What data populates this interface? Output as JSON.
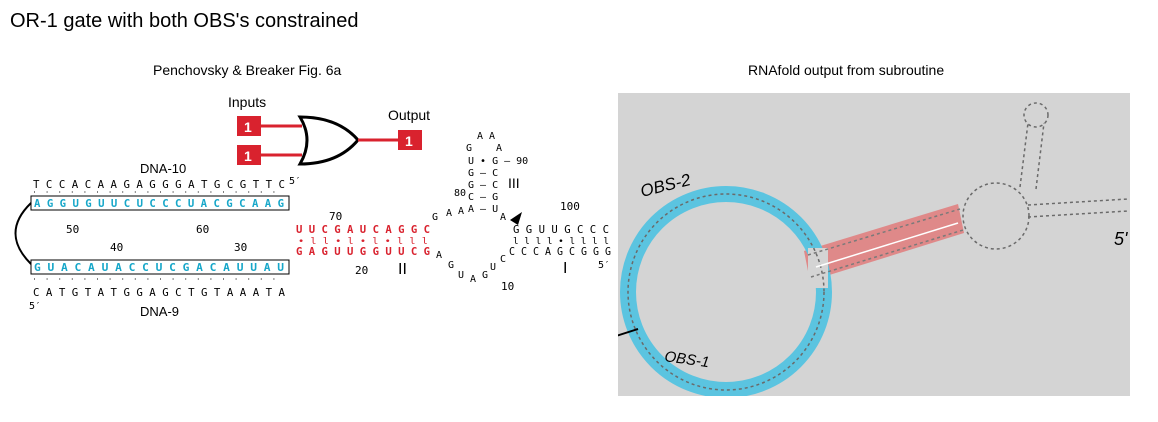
{
  "page_title": "OR-1 gate with both OBS's constrained",
  "captions": {
    "left": "Penchovsky & Breaker Fig. 6a",
    "right": "RNAfold output from subroutine"
  },
  "gate": {
    "inputs_label": "Inputs",
    "output_label": "Output",
    "input_1_value": "1",
    "input_2_value": "1",
    "output_value": "1",
    "box_color": "#d9222e"
  },
  "dna10": {
    "label": "DNA-10",
    "sequence": "T C C A C A A G A G G G A T G C G T T C",
    "five_prime": "5′"
  },
  "dna9": {
    "label": "DNA-9",
    "sequence": "C A T G T A T G G A G C T G T A A A T A",
    "five_prime": "5′"
  },
  "rna_top_cyan": "A G G U G U U C U C C C U A C G C A A G",
  "rna_bottom_cyan": "G U A C A U A C C U C G A C A U U A U",
  "rna_stem_red_top": "U U C G A U C A G G C",
  "rna_stem_red_bottom": "G A G U U G G U U C G",
  "stem_dots": "• l l • l • l • l l l",
  "numbers": {
    "n50": "50",
    "n60": "60",
    "n40": "40",
    "n30": "30",
    "n70": "70",
    "n80": "80",
    "n20": "20",
    "n10": "10",
    "n90": "90",
    "n100": "100"
  },
  "roman": {
    "I": "I",
    "II": "II",
    "III": "III"
  },
  "hairpin": {
    "loop_top": "A A",
    "loop_left": "G",
    "loop_right": "A",
    "pair1": "U • G – 90",
    "pair2": "G – C",
    "pair3": "G – C",
    "pair4": "C – G",
    "pair5": "A – U"
  },
  "stem1_top": "G G U U G C C C",
  "stem1_bottom": "C C C A G C G G G",
  "stem1_pairs": "l l l l • l l l l",
  "loop_bottom_bases": [
    "A",
    "G",
    "U",
    "A",
    "G",
    "U",
    "C"
  ],
  "junction_bases": [
    "G",
    "A",
    "A",
    "A"
  ],
  "rnafold": {
    "annotations": {
      "obs2": "OBS-2",
      "obs1": "OBS-1",
      "five_prime": "5'"
    },
    "colors": {
      "background": "#d4d4d4",
      "obs_highlight": "#5bc4e0",
      "stem_highlight": "#e07b7b"
    }
  },
  "colors": {
    "cyan_seq": "#17a7c9",
    "red_seq": "#d9222e"
  }
}
